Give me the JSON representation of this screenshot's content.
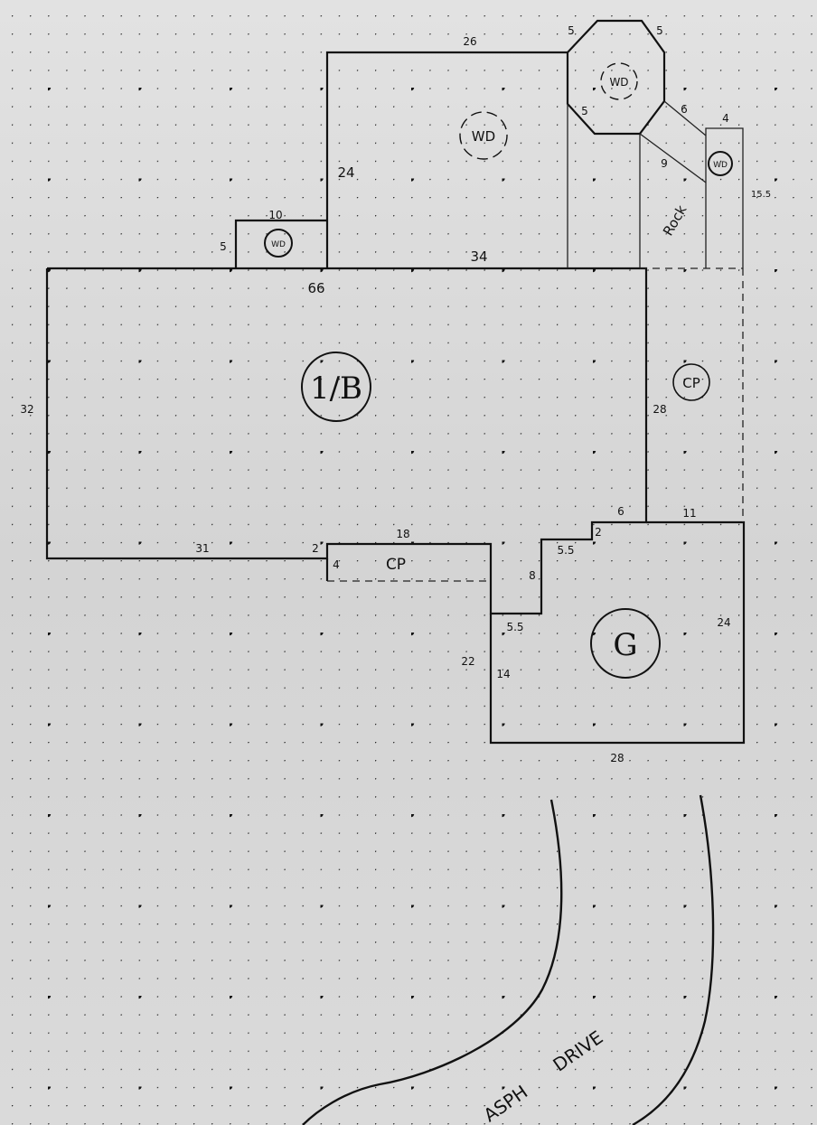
{
  "areas": {
    "main": "1/B",
    "carport_side": "CP",
    "carport_front": "CP",
    "garage": "G",
    "wood_deck_rear": "WD",
    "wood_deck_octagon": "WD",
    "wood_deck_small": "WD",
    "wood_deck_right": "WD",
    "rock": "Rock"
  },
  "dimensions": {
    "rear_deck_top": "26",
    "rear_deck_left": "24",
    "rear_deck_bottom": "34",
    "oct_top_left": "5",
    "oct_top_right": "5",
    "oct_bottom_left": "5",
    "diag_6": "6",
    "right_deck_top": "4",
    "diag_9": "9",
    "right_deck_side": "15.5",
    "small_deck_top": "10",
    "small_deck_left": "5",
    "main_top": "66",
    "main_left": "32",
    "main_right": "28",
    "step_6": "6",
    "garage_top": "11",
    "step_2": "2",
    "step_5_5_a": "5.5",
    "cp_top": "18",
    "cp_2": "2",
    "cp_4": "4",
    "main_bottom": "31",
    "step_8": "8",
    "step_5_5_b": "5.5",
    "garage_22": "22",
    "garage_14": "14",
    "garage_right": "24",
    "garage_bottom": "28"
  },
  "street": {
    "word1": "ASPH",
    "word2": "DRIVE"
  }
}
